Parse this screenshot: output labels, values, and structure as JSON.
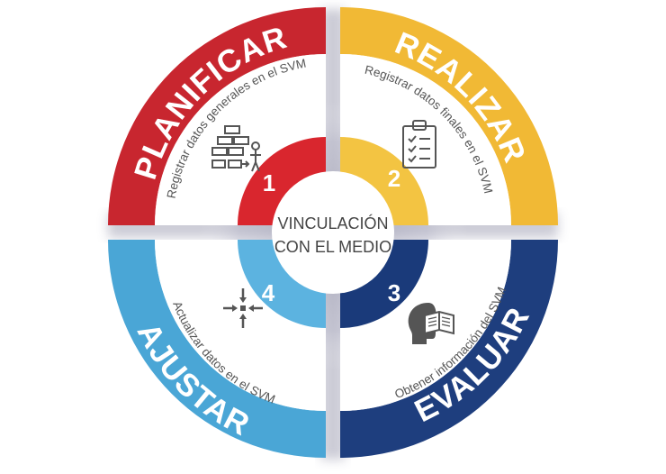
{
  "center": {
    "line1": "VINCULACIÓN",
    "line2": "CON EL MEDIO"
  },
  "quadrants": [
    {
      "id": "planificar",
      "title": "PLANIFICAR",
      "number": "1",
      "description": "Registrar datos generales en el SVM",
      "color": "#c8262f",
      "inner_color": "#d9262e",
      "icon": "flowchart-person-icon"
    },
    {
      "id": "realizar",
      "title": "REALIZAR",
      "number": "2",
      "description": "Registrar datos finales en el SVM",
      "color": "#f1b935",
      "inner_color": "#f3c442",
      "icon": "clipboard-checklist-icon"
    },
    {
      "id": "evaluar",
      "title": "EVALUAR",
      "number": "3",
      "description": "Obtener información del SVM",
      "color": "#1e3e7e",
      "inner_color": "#1a3a7a",
      "icon": "head-book-icon"
    },
    {
      "id": "ajustar",
      "title": "AJUSTAR",
      "number": "4",
      "description": "Actualizar datos en el SVM",
      "color": "#4aa6d6",
      "inner_color": "#5cb3e0",
      "icon": "arrows-converge-icon"
    }
  ]
}
